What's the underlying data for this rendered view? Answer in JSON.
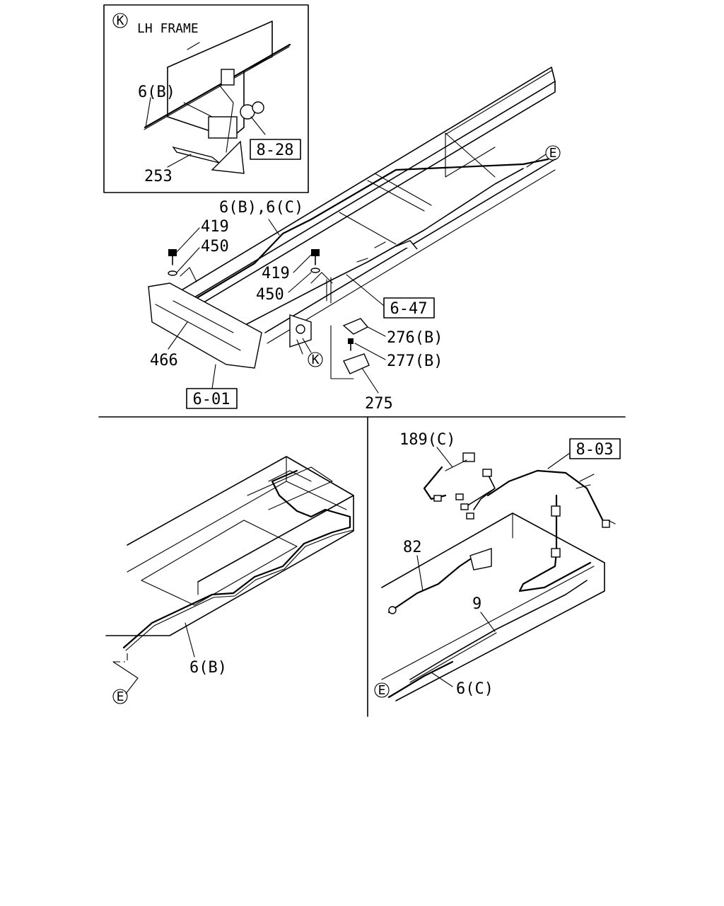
{
  "top_panel": {
    "inset": {
      "marker": "K",
      "frame_label": "LH FRAME",
      "part_6b": "6(B)",
      "part_253": "253",
      "ref_8_28": "8-28"
    },
    "labels": {
      "ref_e": "E",
      "pipes": "6(B),6(C)",
      "bolt_a": "419",
      "washer_a": "450",
      "bolt_b": "419",
      "washer_b": "450",
      "ref_6_47": "6-47",
      "cover": "276(B)",
      "screw": "277(B)",
      "bracket": "275",
      "part_466": "466",
      "ref_6_01": "6-01",
      "marker_k": "K"
    }
  },
  "bottom_left_panel": {
    "part_6b": "6(B)",
    "ref_e": "E"
  },
  "bottom_right_panel": {
    "part_189c": "189(C)",
    "ref_8_03": "8-03",
    "part_82": "82",
    "part_9": "9",
    "part_6c": "6(C)",
    "ref_e": "E"
  }
}
